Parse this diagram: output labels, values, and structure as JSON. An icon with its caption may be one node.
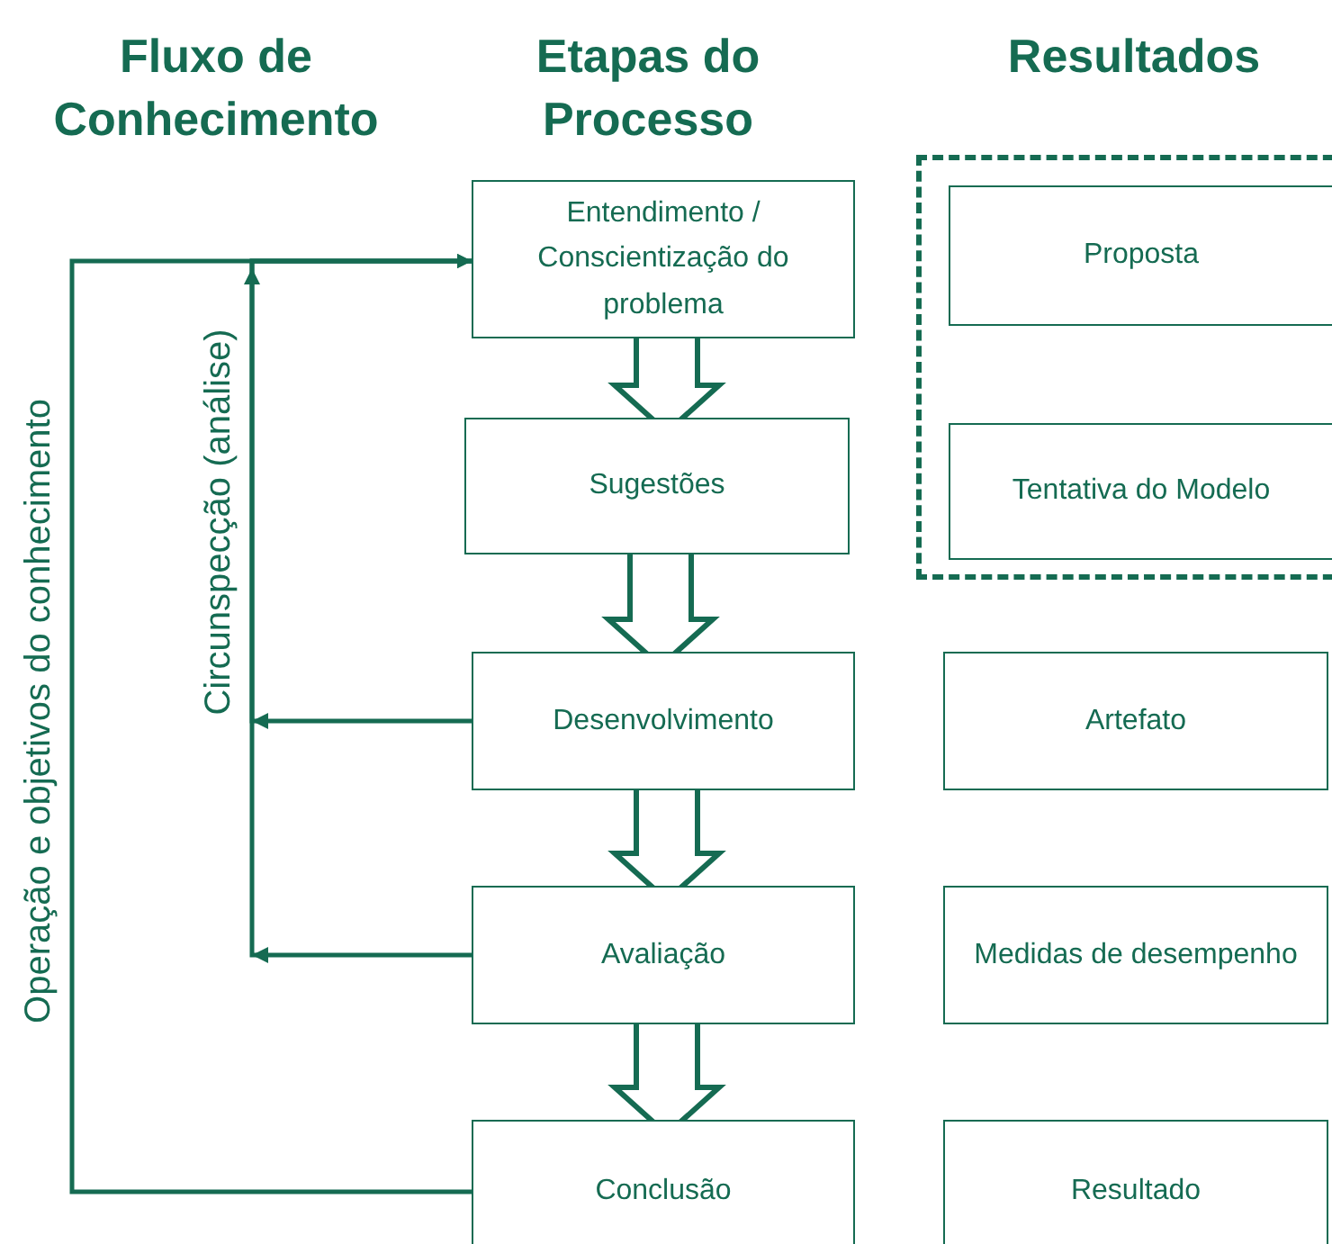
{
  "diagram": {
    "nodes": [
      {
        "text": [
          "Entendimento / Conscientização do problema"
        ]
      },
      {
        "text": [
          "Sugestões"
        ]
      },
      {
        "text": [
          "Desenvolvimento"
        ]
      },
      {
        "text": [
          "Avaliação"
        ]
      },
      {
        "text": [
          "Conclusão"
        ]
      },
      {
        "text": [],
        "shape": "box"
      },
      {
        "text": [
          "Proposta"
        ],
        "in": 5
      },
      {
        "text": [
          "Tentativa do Modelo"
        ],
        "in": 5
      },
      {
        "text": [
          "Artefato"
        ]
      },
      {
        "text": [
          "Medidas de desempenho"
        ]
      },
      {
        "text": [
          "Resultado"
        ]
      }
    ],
    "edges": [
      {
        "from": 0,
        "to": 1,
        "arrow": "to",
        "style": "thick"
      },
      {
        "from": 1,
        "to": 2,
        "arrow": "to",
        "style": "thick"
      },
      {
        "from": 2,
        "to": 3,
        "arrow": "to",
        "style": "thick"
      },
      {
        "from": 3,
        "to": 4,
        "arrow": "to",
        "style": "thick"
      },
      {
        "from": 2,
        "to": 0,
        "arrow": "to",
        "label": "Circunspecção (análise)"
      },
      {
        "from": 3,
        "to": 0,
        "arrow": "to"
      },
      {
        "from": 4,
        "to": 0,
        "arrow": "to",
        "label": "Operação e objetivos do conhecimento"
      }
    ],
    "labels": [
      "Fluxo de Conhecimento",
      "Etapas do Processo",
      "Resultados"
    ]
  }
}
